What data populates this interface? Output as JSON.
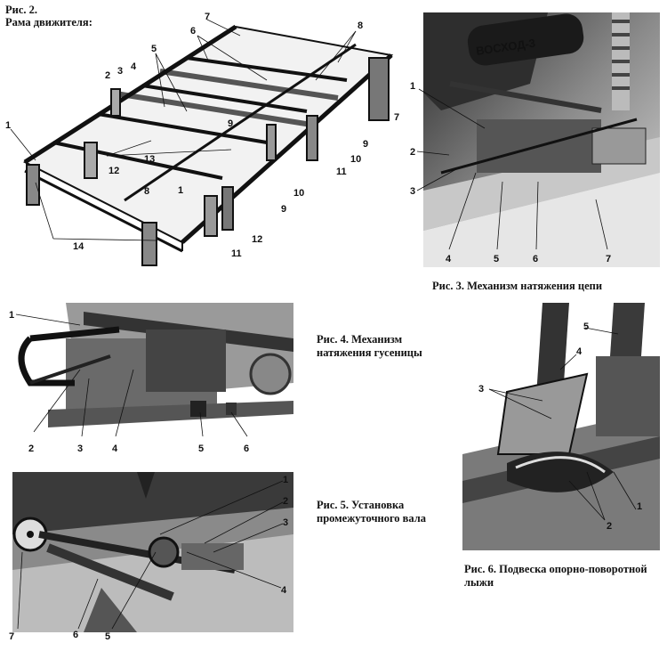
{
  "fig2": {
    "caption_num": "Рис. 2.",
    "caption_title": "Рама движителя:",
    "labels": [
      "1",
      "2",
      "3",
      "4",
      "5",
      "6",
      "7",
      "8",
      "9",
      "10",
      "11",
      "12",
      "13",
      "14"
    ]
  },
  "fig3": {
    "caption": "Рис. 3. Механизм натяжения цепи",
    "plate_text": "ВОСХОД-3",
    "labels": [
      "1",
      "2",
      "3",
      "4",
      "5",
      "6",
      "7"
    ]
  },
  "fig4": {
    "caption": "Рис. 4. Механизм натяжения гусеницы",
    "labels": [
      "1",
      "2",
      "3",
      "4",
      "5",
      "6"
    ]
  },
  "fig5": {
    "caption": "Рис. 5. Установка промежуточного вала",
    "labels": [
      "1",
      "2",
      "3",
      "4",
      "5",
      "6",
      "7"
    ]
  },
  "fig6": {
    "caption": "Рис. 6. Подвеска опорно-поворотной лыжи",
    "labels": [
      "1",
      "2",
      "3",
      "4",
      "5"
    ]
  }
}
